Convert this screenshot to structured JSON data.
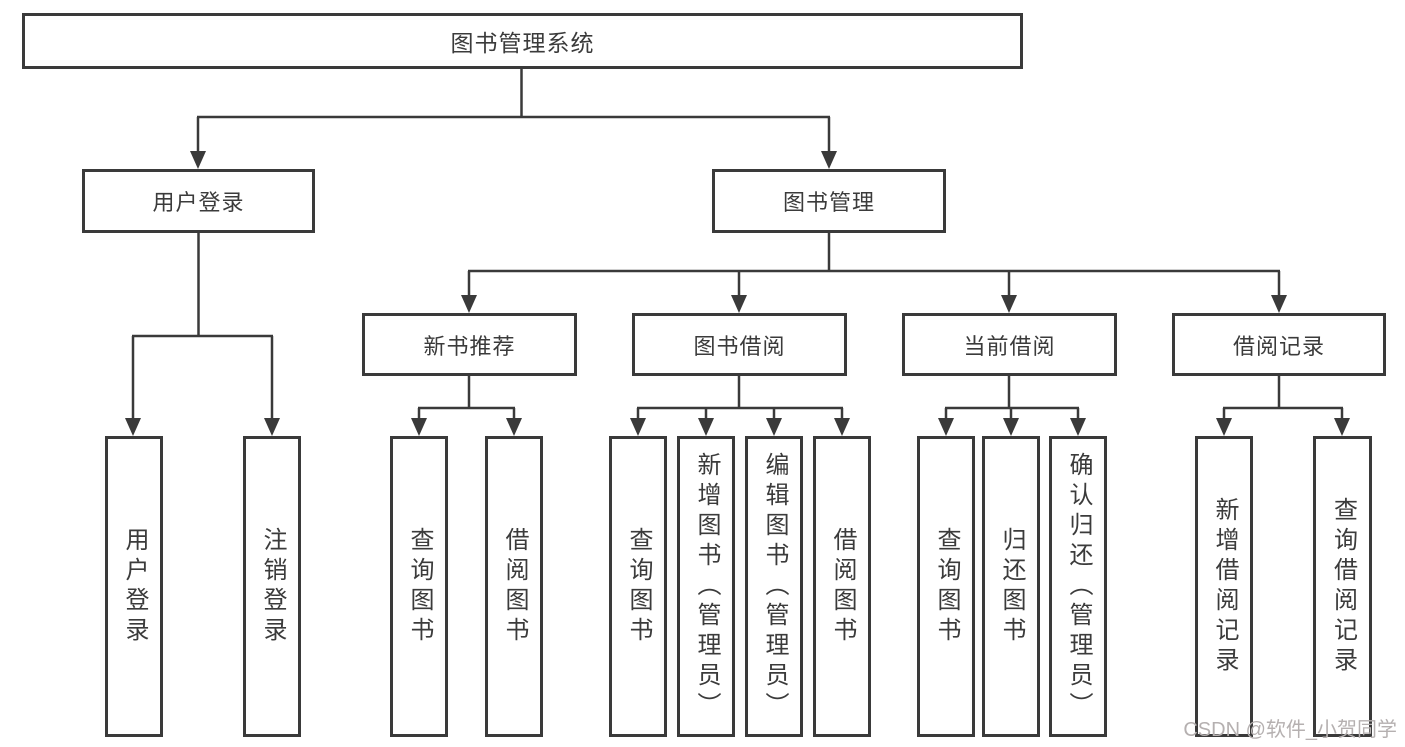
{
  "diagram": {
    "root": "图书管理系统",
    "user_login": {
      "label": "用户登录",
      "children": [
        "用户登录",
        "注销登录"
      ]
    },
    "book_mgmt": {
      "label": "图书管理",
      "groups": [
        {
          "label": "新书推荐",
          "children": [
            "查询图书",
            "借阅图书"
          ]
        },
        {
          "label": "图书借阅",
          "children": [
            "查询图书",
            "新增图书（管理员）",
            "编辑图书（管理员）",
            "借阅图书"
          ]
        },
        {
          "label": "当前借阅",
          "children": [
            "查询图书",
            "归还图书",
            "确认归还（管理员）"
          ]
        },
        {
          "label": "借阅记录",
          "children": [
            "新增借阅记录",
            "查询借阅记录"
          ]
        }
      ]
    }
  },
  "watermark": "CSDN @软件_小贺同学",
  "colors": {
    "line": "#3a3a3a",
    "text": "#3b3b3b",
    "background": "#ffffff",
    "watermark": "#b5b0b0"
  }
}
